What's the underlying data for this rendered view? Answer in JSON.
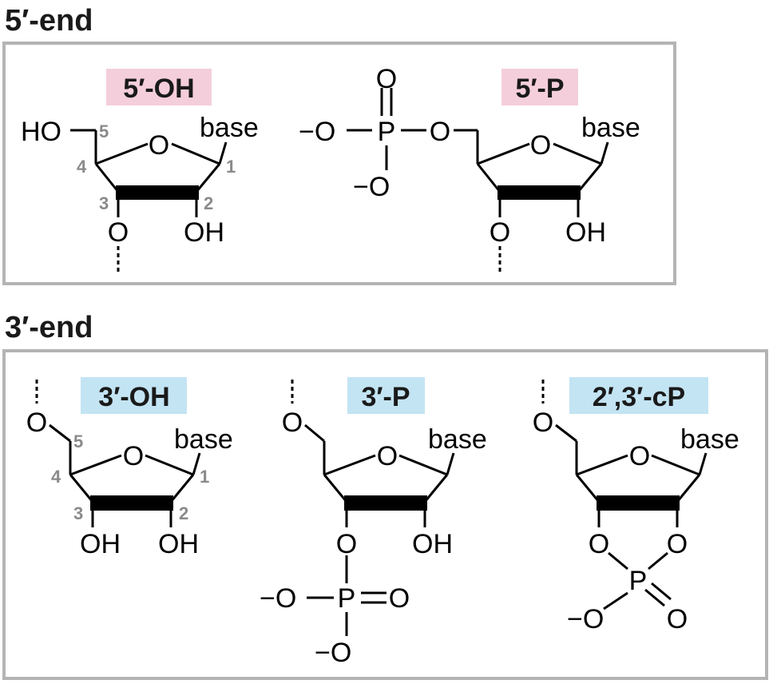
{
  "sections": {
    "five_end": "5′-end",
    "three_end": "3′-end"
  },
  "tags": {
    "oh5": "5′-OH",
    "p5": "5′-P",
    "oh3": "3′-OH",
    "p3": "3′-P",
    "cp": "2′,3′-cP"
  },
  "atoms": {
    "ho": "HO",
    "oh": "OH",
    "o": "O",
    "p": "P",
    "base": "base",
    "o_minus": "−O"
  },
  "numbers": {
    "c1": "1",
    "c2": "2",
    "c3": "3",
    "c4": "4",
    "c5": "5"
  },
  "colors": {
    "five_end_tag": "#f4cedb",
    "three_end_tag": "#c3e4f3",
    "frame": "#b4b4b4",
    "numbering": "#8a8a8a"
  }
}
